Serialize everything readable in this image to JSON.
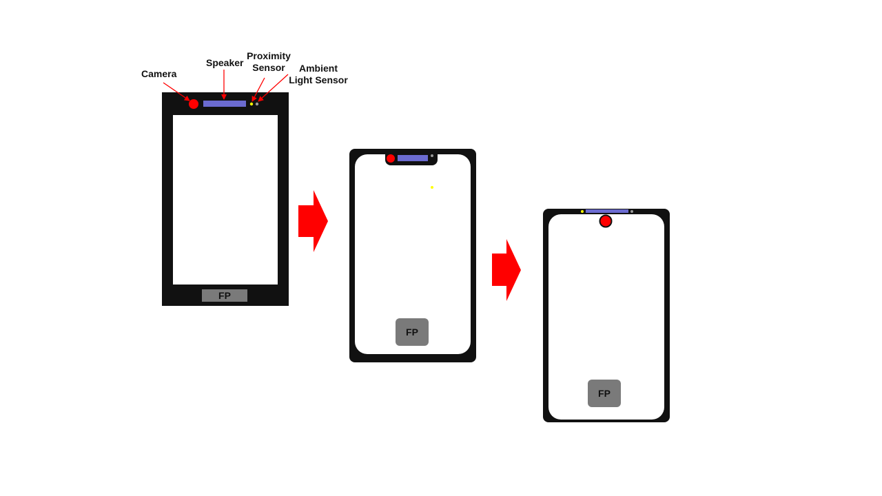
{
  "labels": {
    "camera": "Camera",
    "speaker": "Speaker",
    "proximity_line1": "Proximity",
    "proximity_line2": "Sensor",
    "ambient_line1": "Ambient",
    "ambient_line2": "Light Sensor"
  },
  "phones": [
    {
      "fp_label": "FP"
    },
    {
      "fp_label": "FP"
    },
    {
      "fp_label": "FP"
    }
  ],
  "colors": {
    "phone_body": "#111111",
    "screen": "#ffffff",
    "camera": "#ff0000",
    "speaker": "#6b6bd0",
    "proximity_sensor": "#ffff00",
    "ambient_sensor": "#9a9a9a",
    "fingerprint": "#7a7a7a",
    "arrow": "#ff0000"
  }
}
